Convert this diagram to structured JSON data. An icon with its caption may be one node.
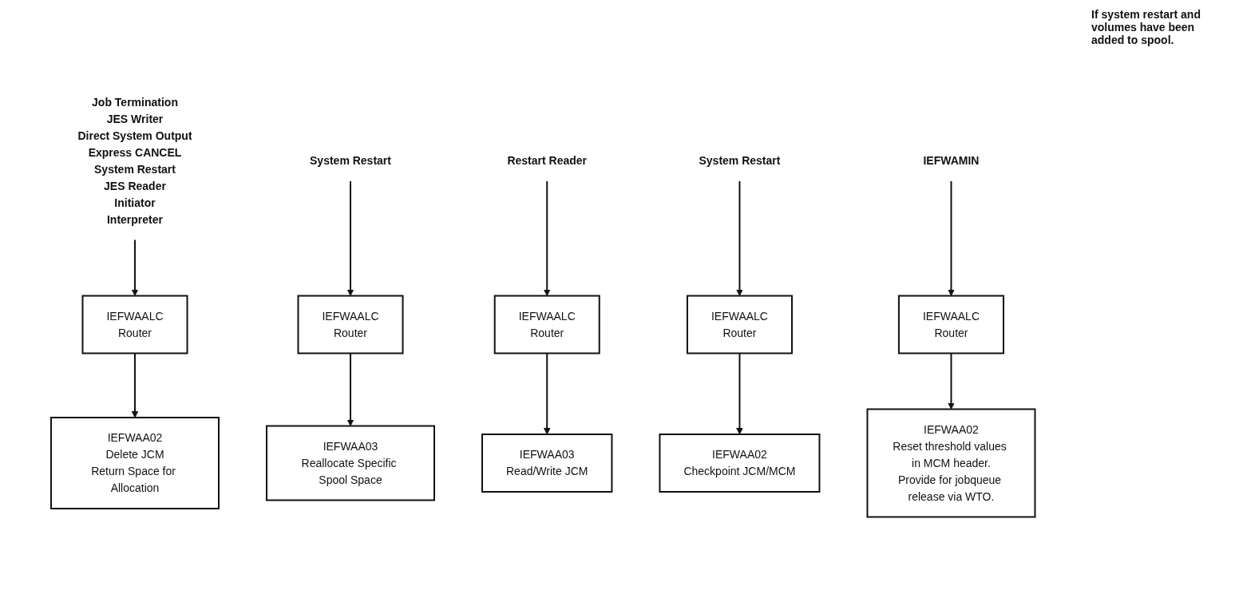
{
  "diagram": {
    "nodes": [
      {
        "text": [
          "Job Termination",
          "JES Writer",
          "Direct System Output",
          "Express CANCEL",
          "System Restart",
          "JES Reader",
          "Initiator",
          "Interpreter"
        ]
      },
      {
        "text": [
          "IEFWAALC",
          "Router"
        ]
      },
      {
        "text": [
          "IEFWAA02",
          "Delete JCM",
          "Return Space for Allocation"
        ]
      },
      {
        "text": [
          "System Restart"
        ]
      },
      {
        "text": [
          "IEFWAALC",
          "Router"
        ]
      },
      {
        "text": [
          "IEFWAA03",
          "Reallocate Specific Spool Space"
        ]
      },
      {
        "text": [
          "Restart Reader"
        ]
      },
      {
        "text": [
          "IEFWAALC",
          "Router"
        ]
      },
      {
        "text": [
          "IEFWAA03",
          "Read/Write JCM"
        ]
      },
      {
        "text": [
          "System Restart"
        ]
      },
      {
        "text": [
          "IEFWAALC",
          "Router"
        ]
      },
      {
        "text": [
          "IEFWAA02",
          "Checkpoint JCM/MCM"
        ]
      },
      {
        "text": [
          "IEFWAMIN"
        ]
      },
      {
        "text": [
          "IEFWAALC",
          "Router"
        ]
      },
      {
        "text": [
          "IEFWAA02",
          "Reset threshold values in MCM header.",
          "Provide for jobqueue release via WTO."
        ]
      }
    ],
    "edges": [
      {
        "from": 0,
        "to": 1,
        "arrow": "to"
      },
      {
        "from": 1,
        "to": 2,
        "arrow": "to"
      },
      {
        "from": 3,
        "to": 4,
        "arrow": "to"
      },
      {
        "from": 4,
        "to": 5,
        "arrow": "to"
      },
      {
        "from": 6,
        "to": 7,
        "arrow": "to"
      },
      {
        "from": 7,
        "to": 8,
        "arrow": "to"
      },
      {
        "from": 9,
        "to": 10,
        "arrow": "to"
      },
      {
        "from": 10,
        "to": 11,
        "arrow": "to"
      },
      {
        "from": 12,
        "to": 13,
        "arrow": "to"
      },
      {
        "from": 13,
        "to": 14,
        "arrow": "to"
      }
    ],
    "labels": [
      "If system restart and volumes have been added to spool."
    ]
  }
}
